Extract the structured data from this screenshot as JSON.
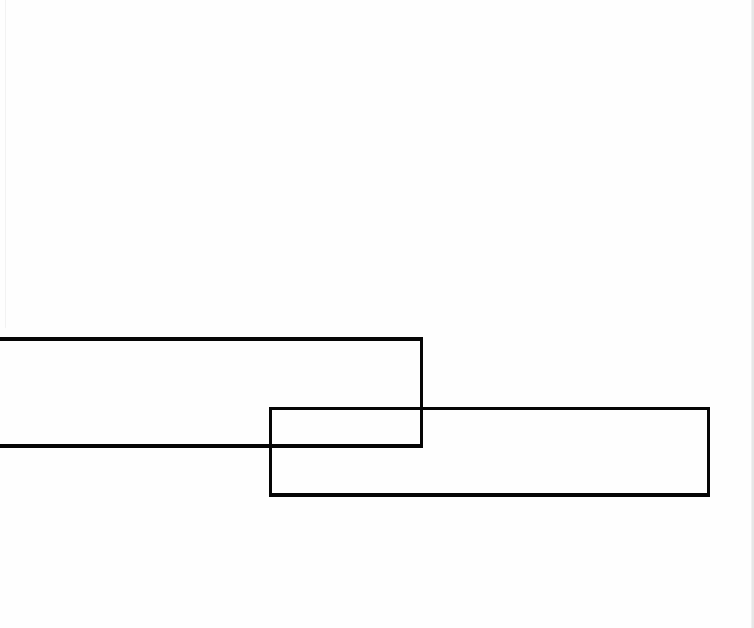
{
  "diagram": {
    "shapes": [
      {
        "id": "rect-a",
        "type": "rectangle",
        "stroke": "#050505",
        "fill": "none"
      },
      {
        "id": "rect-b",
        "type": "rectangle",
        "stroke": "#050505",
        "fill": "none"
      }
    ],
    "background": "#fefefe"
  }
}
